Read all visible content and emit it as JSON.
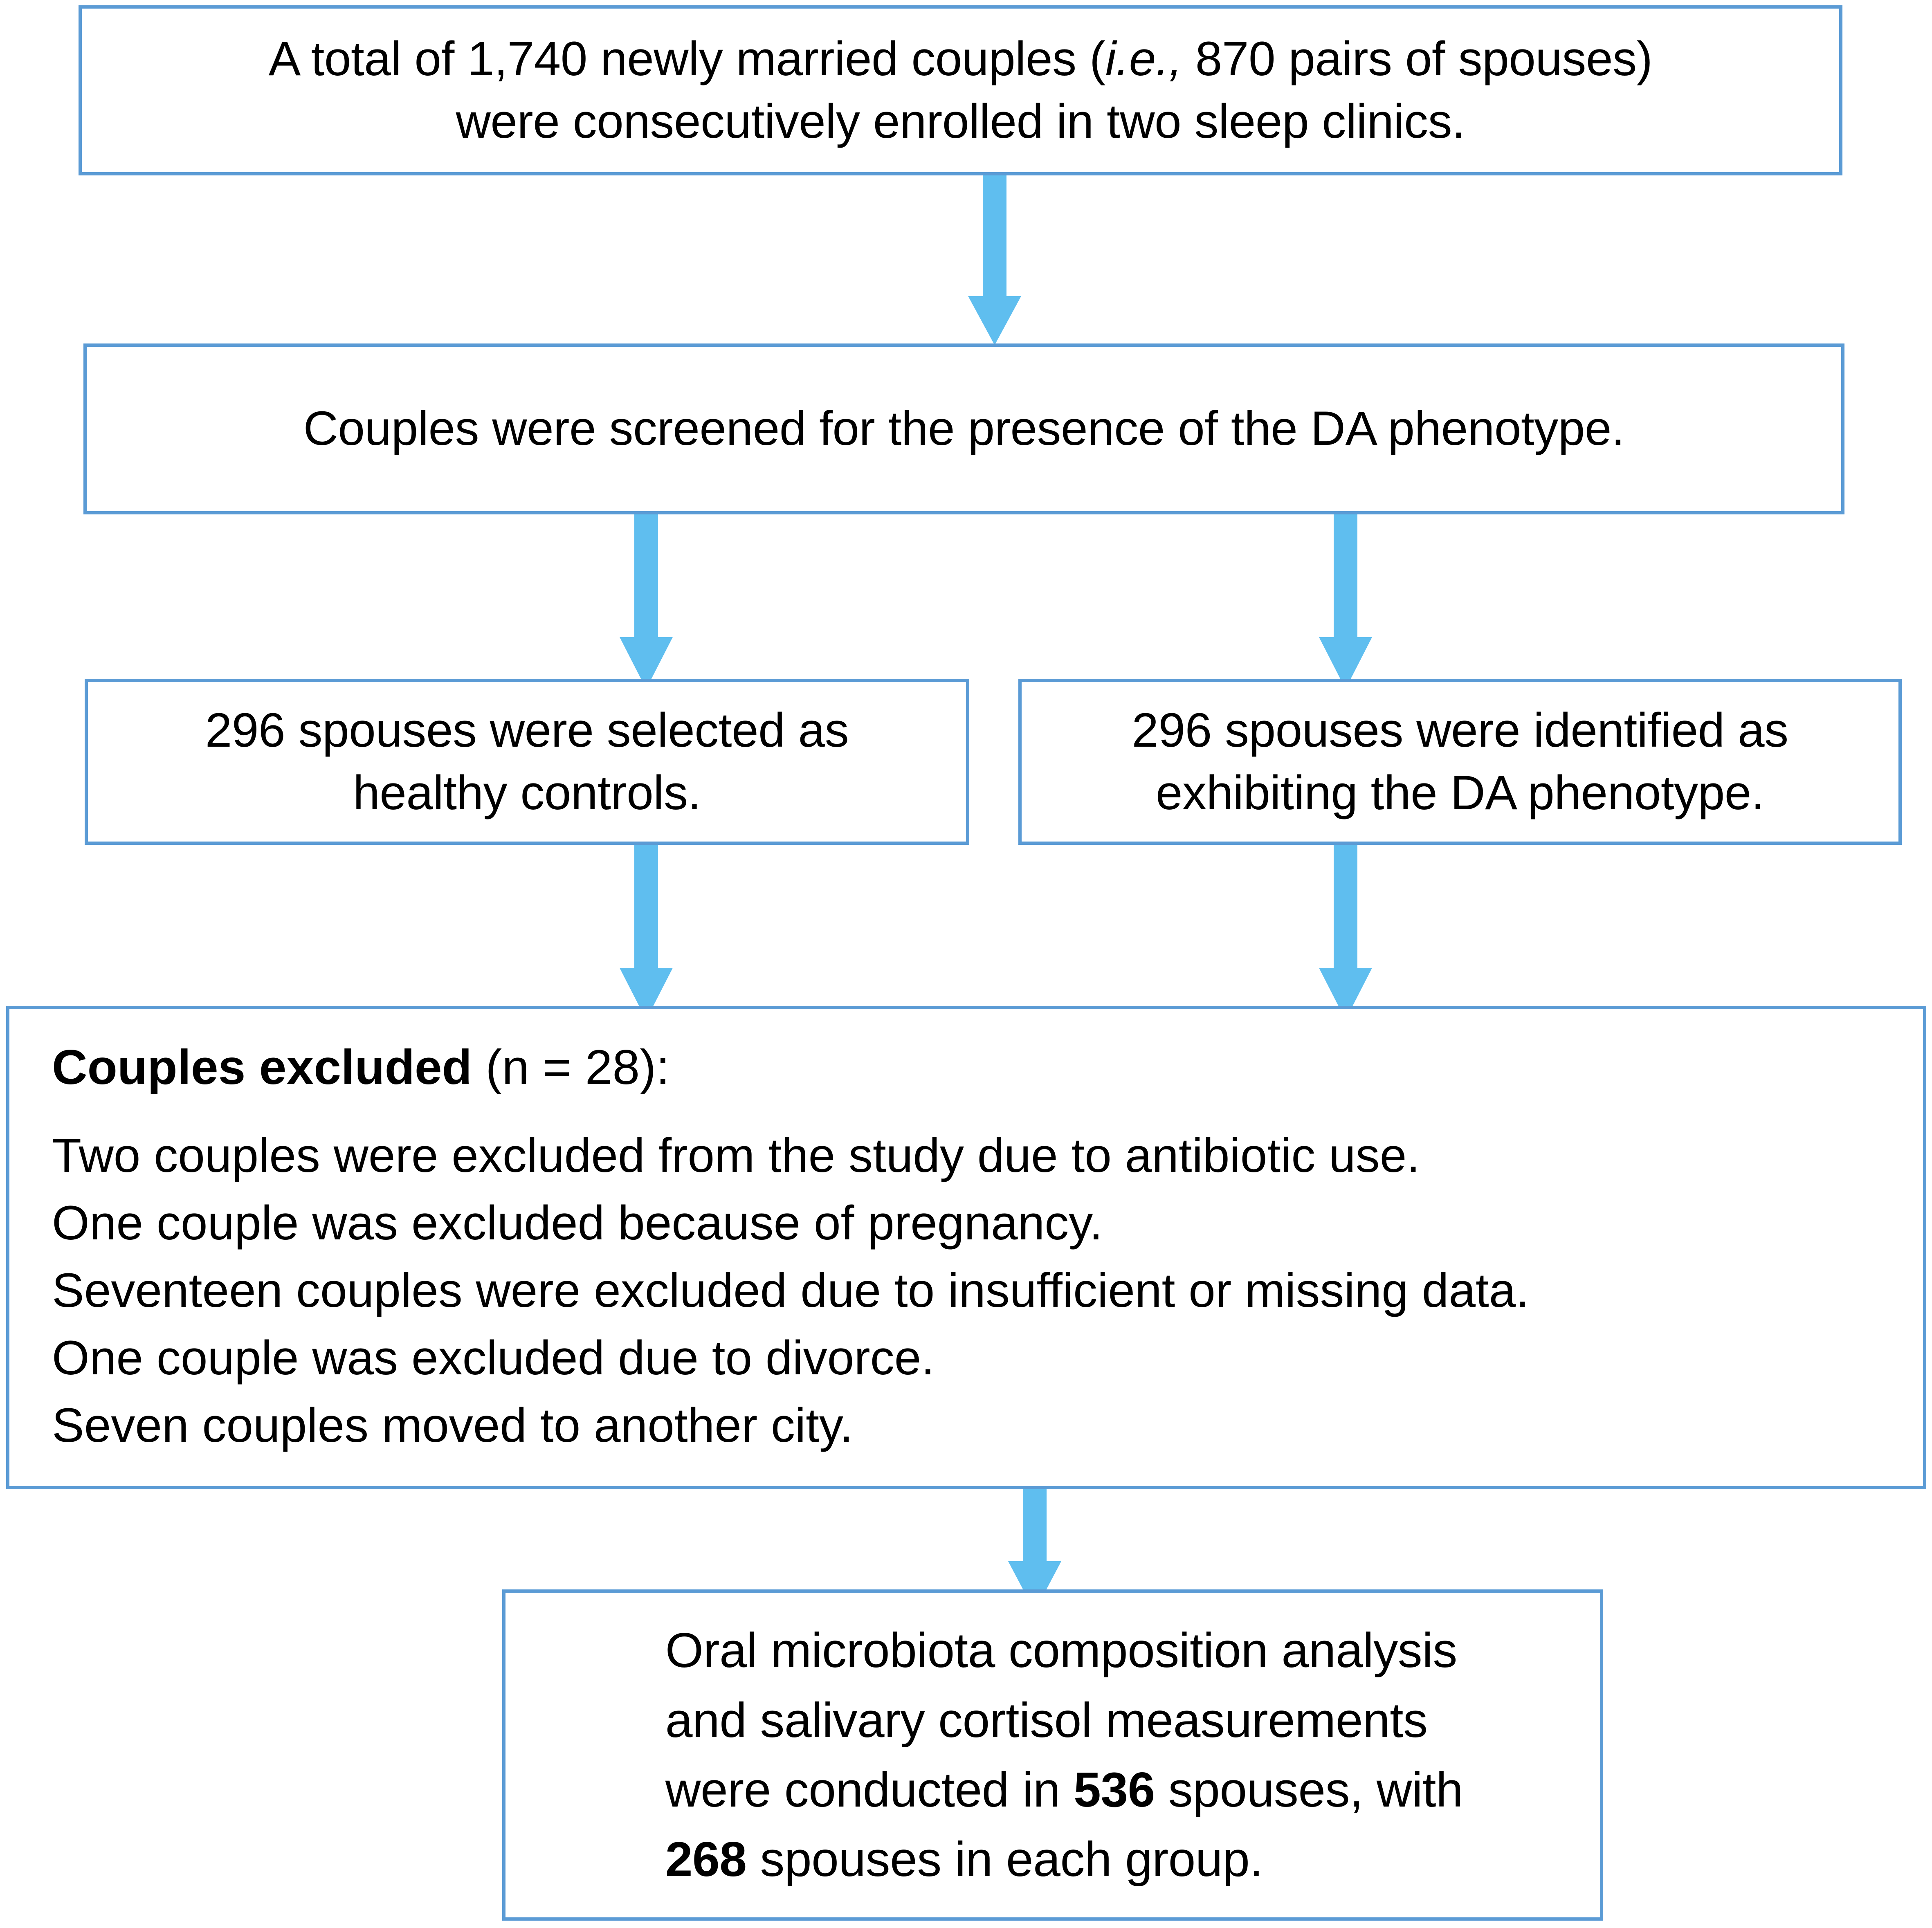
{
  "diagram": {
    "type": "study-flow-chart",
    "accent_border_color": "#5B9BD5",
    "arrow_color": "#5FBEEF",
    "background_color": "#FFFFFF",
    "text_color": "#000000"
  },
  "boxes": {
    "enrollment": {
      "line1_a": "A total of 1,740 newly married couples (",
      "line1_italic": "i.e.,",
      "line1_b": " 870 pairs of spouses)",
      "line2": "were consecutively enrolled in two sleep clinics."
    },
    "screening": {
      "line1": "Couples were screened for the presence of the DA phenotype."
    },
    "controls": {
      "line1": "296 spouses were selected as",
      "line2": "healthy controls."
    },
    "da_phenotype": {
      "line1": "296 spouses were identified as",
      "line2": "exhibiting the DA phenotype."
    },
    "excluded": {
      "title_bold": "Couples excluded",
      "title_rest": " (n = 28):",
      "reasons": [
        "Two couples were excluded from the study due to antibiotic use.",
        "One couple was excluded because of pregnancy.",
        "Seventeen couples were excluded due to insufficient or missing data.",
        "One couple was excluded due to divorce.",
        "Seven couples moved to another city."
      ]
    },
    "outcome": {
      "line1": "Oral microbiota composition analysis",
      "line2": "and salivary cortisol measurements",
      "line3_a": "were conducted in ",
      "line3_bold": "536",
      "line3_b": " spouses, with",
      "line4_bold": "268",
      "line4_b": " spouses in each group."
    }
  },
  "arrows": {
    "enrollment_to_screening": "down-arrow",
    "screening_to_controls": "down-arrow",
    "screening_to_da": "down-arrow",
    "controls_to_excluded": "down-arrow",
    "da_to_excluded": "down-arrow",
    "excluded_to_outcome": "down-arrow"
  }
}
